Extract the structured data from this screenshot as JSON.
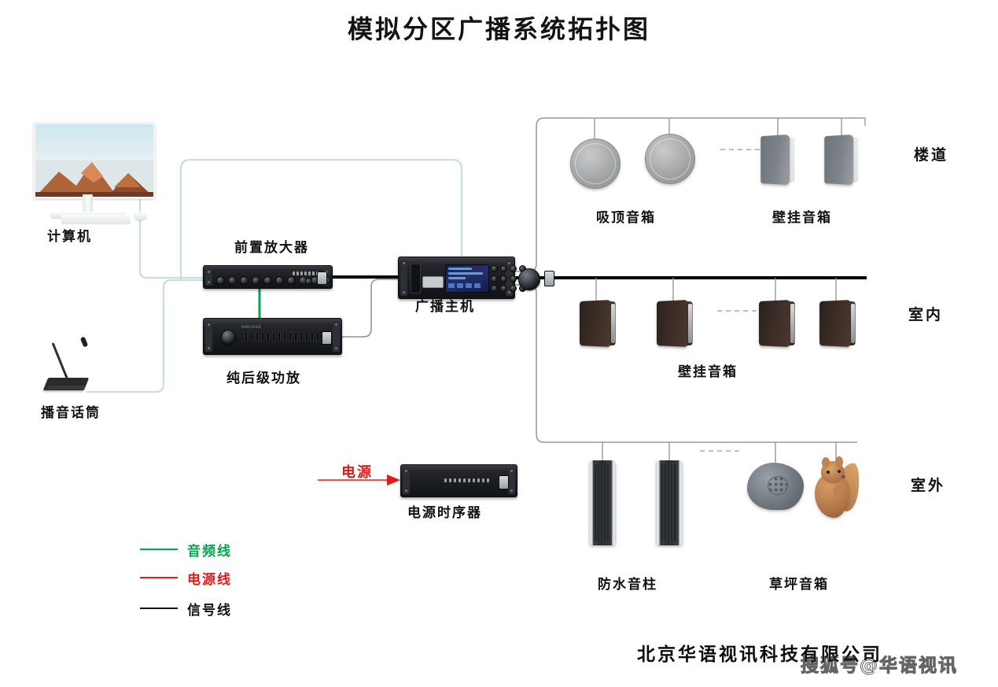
{
  "title": "模拟分区广播系统拓扑图",
  "company": "北京华语视讯科技有限公司",
  "watermark": "搜狐号@华语视讯",
  "colors": {
    "audio_line": "#bfdcd7",
    "power_line": "#e01b1b",
    "signal_line": "#000000",
    "zone_line": "#9a9a9a",
    "title": "#141414"
  },
  "sources": [
    {
      "id": "computer",
      "label": "计算机"
    },
    {
      "id": "microphone",
      "label": "播音话筒"
    }
  ],
  "devices": [
    {
      "id": "preamp",
      "label": "前置放大器"
    },
    {
      "id": "power-amp",
      "label": "纯后级功放"
    },
    {
      "id": "broadcast-host",
      "label": "广播主机"
    },
    {
      "id": "power-sequencer",
      "label": "电源时序器"
    }
  ],
  "power_input": {
    "label": "电源"
  },
  "zones": [
    {
      "id": "corridor",
      "label": "楼道",
      "groups": [
        {
          "id": "ceiling-speaker",
          "label": "吸顶音箱",
          "count": 2
        },
        {
          "id": "wall-speaker-white",
          "label": "壁挂音箱",
          "count": 2
        }
      ]
    },
    {
      "id": "indoor",
      "label": "室内",
      "groups": [
        {
          "id": "wall-speaker-dark",
          "label": "壁挂音箱",
          "count": 4
        }
      ]
    },
    {
      "id": "outdoor",
      "label": "室外",
      "groups": [
        {
          "id": "waterproof-column",
          "label": "防水音柱",
          "count": 2
        },
        {
          "id": "lawn-speaker",
          "label": "草坪音箱",
          "count": 2
        }
      ]
    }
  ],
  "legend": [
    {
      "id": "audio-line",
      "label": "音频线",
      "color": "#00a651"
    },
    {
      "id": "power-line",
      "label": "电源线",
      "color": "#e01b1b"
    },
    {
      "id": "signal-line",
      "label": "信号线",
      "color": "#111111"
    }
  ]
}
